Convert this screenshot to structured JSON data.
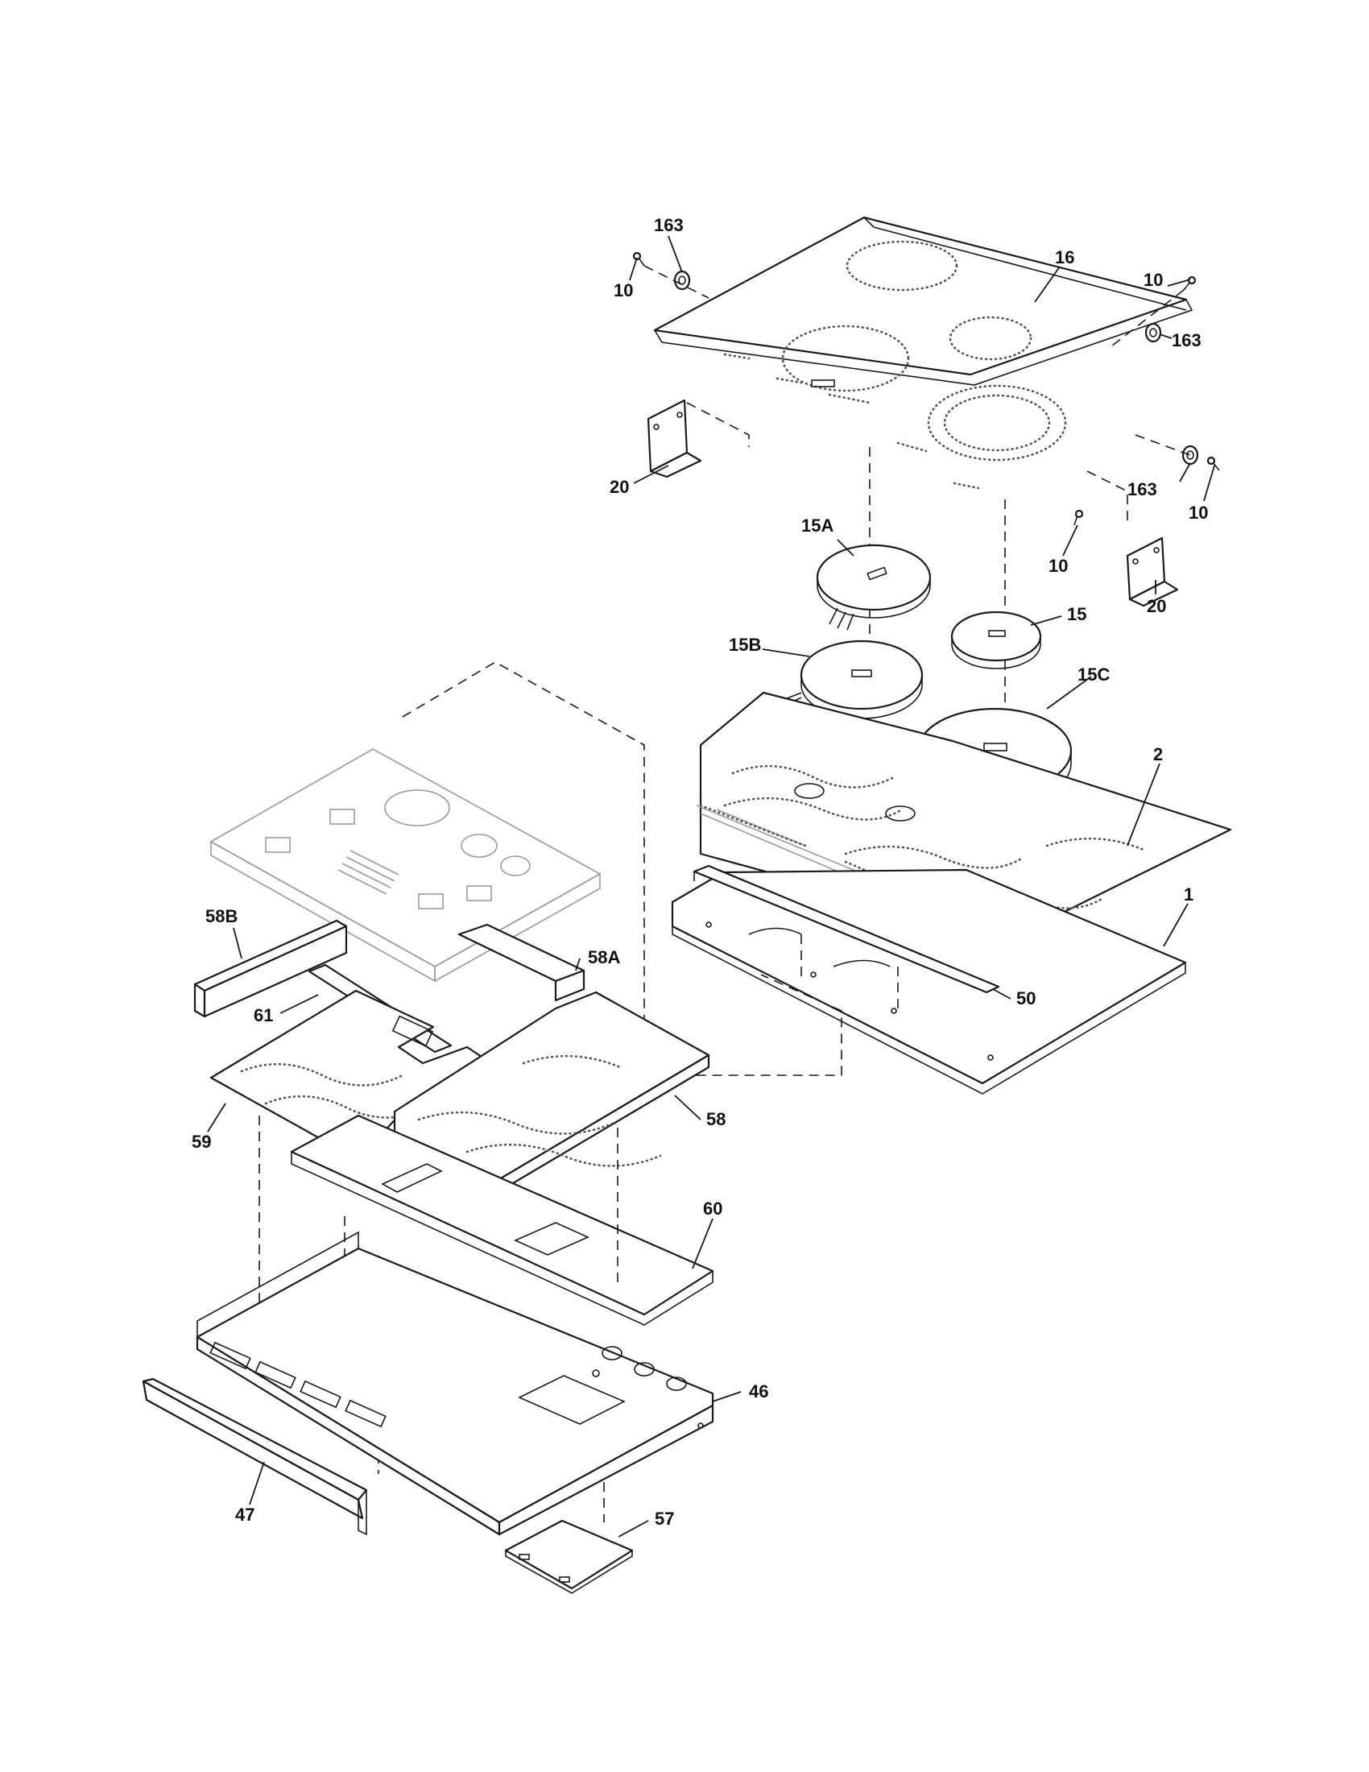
{
  "diagram": {
    "callouts": {
      "c163a": "163",
      "c10a": "10",
      "c16": "16",
      "c10b": "10",
      "c163b": "163",
      "c20a": "20",
      "c163c": "163",
      "c10c": "10",
      "c10d": "10",
      "c15a": "15A",
      "c20b": "20",
      "c15": "15",
      "c15b": "15B",
      "c15c": "15C",
      "c2": "2",
      "c1": "1",
      "c50": "50",
      "c58b": "58B",
      "c58a": "58A",
      "c61": "61",
      "c58": "58",
      "c59": "59",
      "c60": "60",
      "c46": "46",
      "c47": "47",
      "c57": "57"
    }
  }
}
